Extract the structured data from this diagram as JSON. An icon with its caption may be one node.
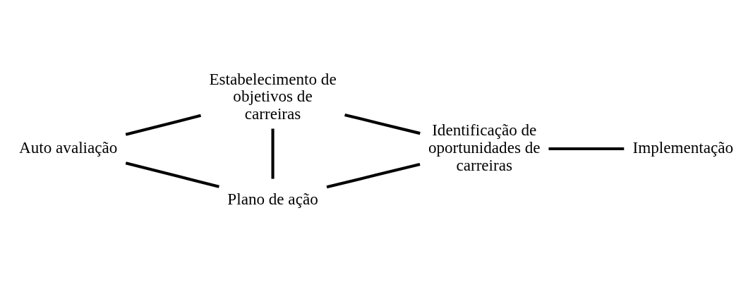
{
  "diagram": {
    "nodes": [
      {
        "text": [
          "Estabelecimento de objetivos de carreiras"
        ]
      },
      {
        "text": [
          "Auto avaliação"
        ]
      },
      {
        "text": [
          "Identificação de oportunidades de carreiras"
        ]
      },
      {
        "text": [
          "Implementação"
        ]
      },
      {
        "text": [
          "Plano de ação"
        ]
      }
    ],
    "edges": [
      {
        "from": 1,
        "to": 0,
        "arrow": "none"
      },
      {
        "from": 0,
        "to": 2,
        "arrow": "none"
      },
      {
        "from": 0,
        "to": 4,
        "arrow": "none"
      },
      {
        "from": 1,
        "to": 4,
        "arrow": "none"
      },
      {
        "from": 4,
        "to": 2,
        "arrow": "none"
      },
      {
        "from": 2,
        "to": 3,
        "arrow": "none"
      }
    ]
  }
}
